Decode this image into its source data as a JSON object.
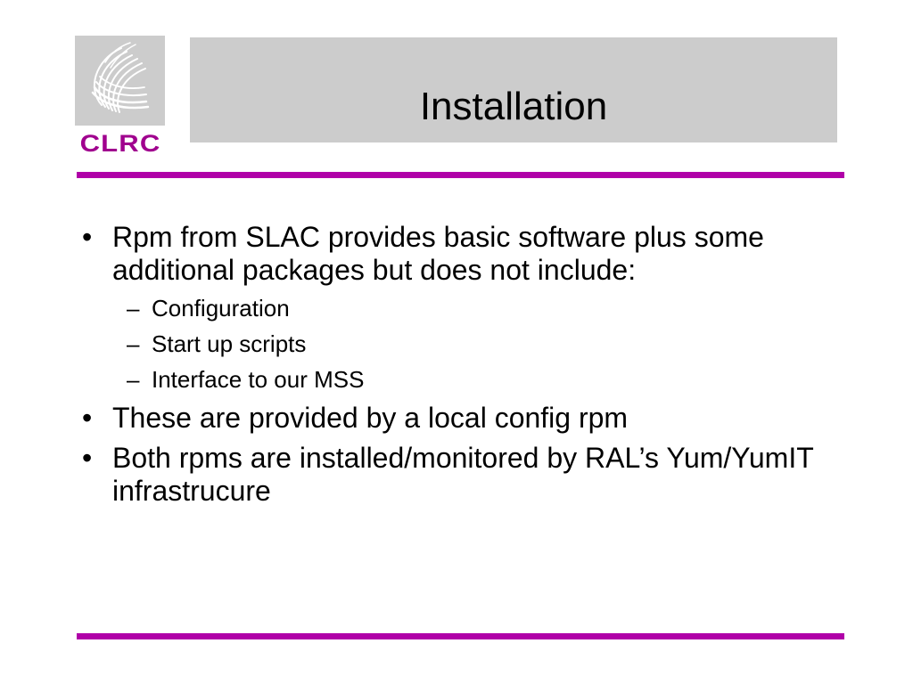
{
  "colors": {
    "panel_gray": "#cccccc",
    "accent_rule": "#b000a8",
    "logo_text": "#a0008e",
    "text": "#000000"
  },
  "logo": {
    "text": "CLRC",
    "icon": "globe-swirl-icon"
  },
  "title": "Installation",
  "bullet_marker": "•",
  "sub_marker": "–",
  "bullets": [
    {
      "text": "Rpm from SLAC provides basic software plus some additional packages but does not include:",
      "subs": [
        "Configuration",
        "Start up scripts",
        "Interface to our MSS"
      ]
    },
    {
      "text": "These are provided by a local config rpm",
      "subs": []
    },
    {
      "text": "Both rpms are installed/monitored by RAL’s Yum/YumIT infrastrucure",
      "subs": []
    }
  ]
}
